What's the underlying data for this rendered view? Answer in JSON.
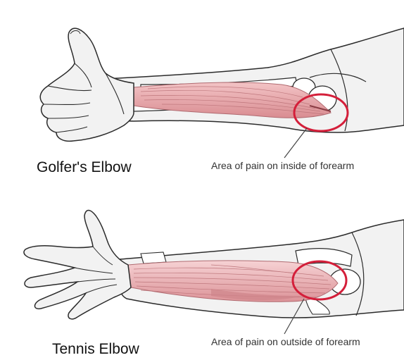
{
  "panels": [
    {
      "title": "Golfer's Elbow",
      "caption": "Area of pain on inside of forearm"
    },
    {
      "title": "Tennis Elbow",
      "caption": "Area of pain on outside of forearm"
    }
  ],
  "colors": {
    "skin_fill": "#f2f2f2",
    "outline": "#2b2b2b",
    "muscle": "#e8a9ac",
    "muscle_dark": "#c9797e",
    "bone": "#ffffff",
    "highlight_circle": "#d41f3a",
    "callout_line": "#444444"
  }
}
